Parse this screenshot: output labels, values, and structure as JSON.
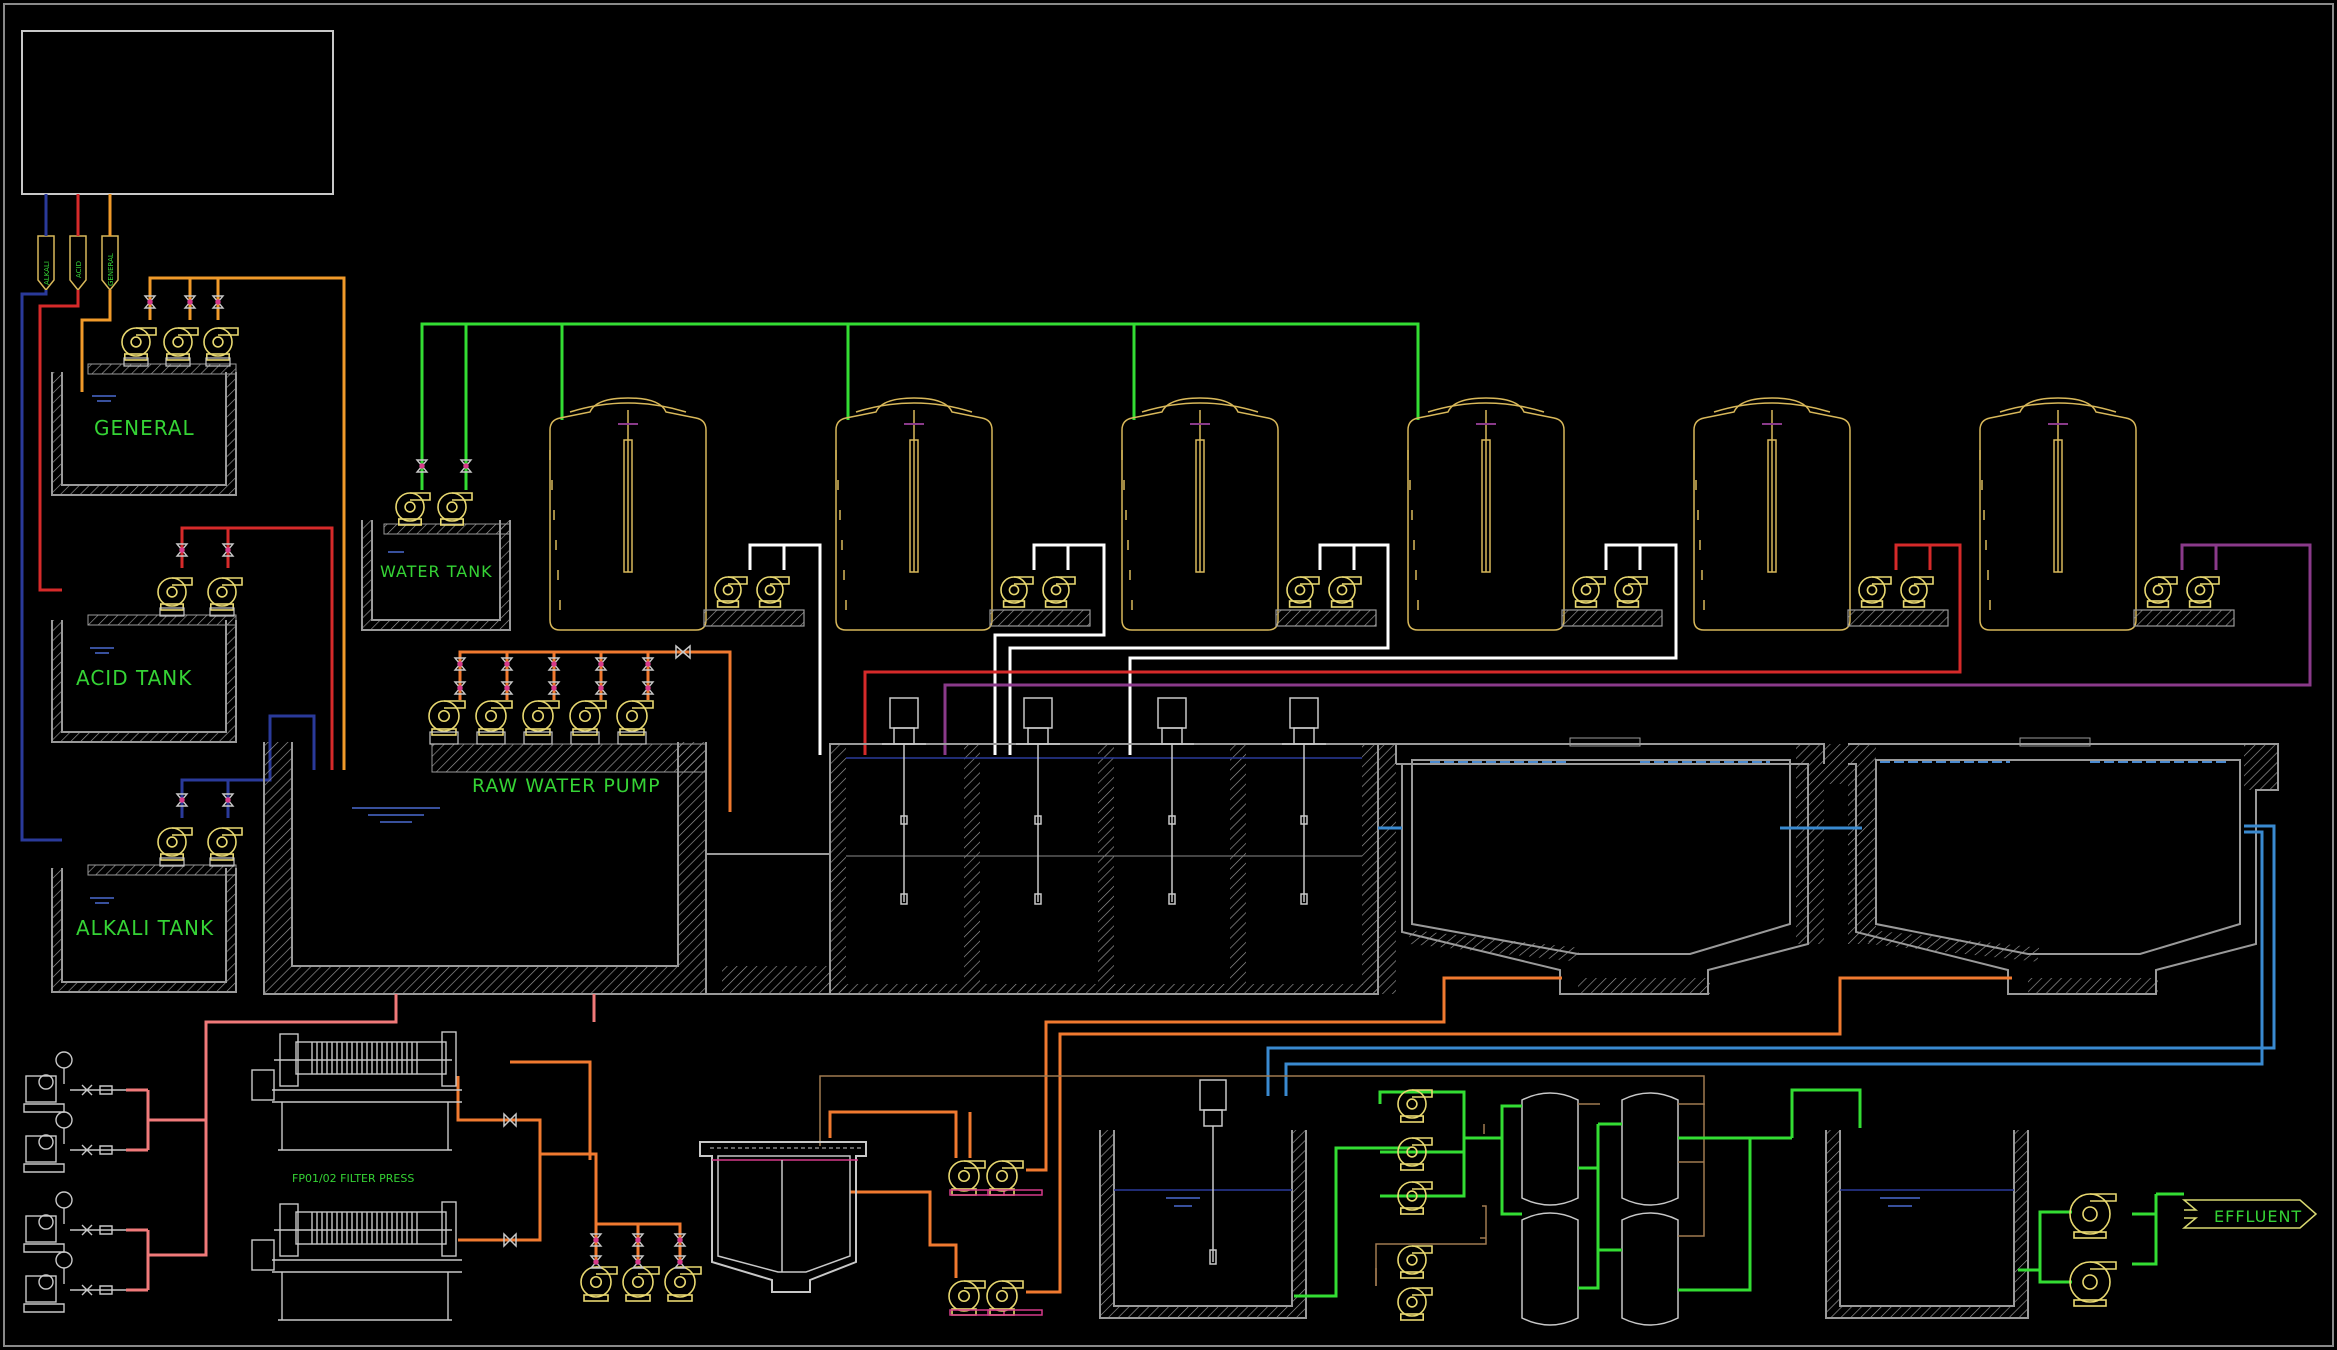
{
  "labels": {
    "general": "GENERAL",
    "acid_tank": "ACID TANK",
    "alkali_tank": "ALKALI TANK",
    "water_tank": "WATER TANK",
    "raw_water_pump": "RAW WATER PUMP",
    "filter_press": "FP01/02 FILTER PRESS",
    "effluent": "EFFLUENT",
    "alkali_tag": "ALKALI",
    "acid_tag": "ACID",
    "general_tag": "GENERAL"
  },
  "colors": {
    "background": "#000000",
    "frame": "#8a8a8a",
    "equipment": "#c8c8c8",
    "tank_outline": "#d8b85a",
    "pump": "#e8d870",
    "hatch": "#9a9a9a",
    "label": "#35d335",
    "green_line": "#33dd33",
    "white_line": "#ffffff",
    "orange_line": "#f09a2a",
    "dark_orange_line": "#f07a30",
    "red_line": "#d62a2a",
    "blue_line": "#2a3a9a",
    "light_blue_line": "#3a8ad0",
    "purple_line": "#8a3a8a",
    "salmon_line": "#f07a7a",
    "brown_line": "#a07a50"
  },
  "icons": [
    "centrifugal-pump-icon",
    "valve-icon",
    "agitator-motor-icon",
    "filter-press-icon",
    "diaphragm-pump-icon",
    "arrow-tag-icon"
  ]
}
